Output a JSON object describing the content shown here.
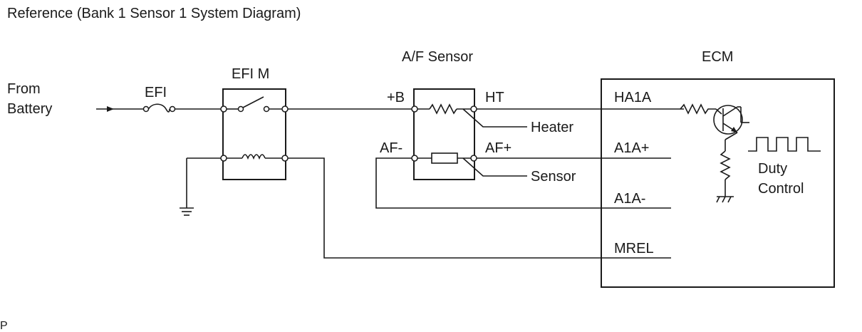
{
  "title": "Reference (Bank 1 Sensor 1 System Diagram)",
  "source": {
    "line1": "From",
    "line2": "Battery"
  },
  "fuse_label": "EFI",
  "relay_label": "EFI M",
  "sensor": {
    "title": "A/F Sensor",
    "pin_plus_b": "+B",
    "pin_ht": "HT",
    "pin_af_minus": "AF-",
    "pin_af_plus": "AF+",
    "heater_label": "Heater",
    "sensor_label": "Sensor"
  },
  "ecm": {
    "title": "ECM",
    "pin_ha1a": "HA1A",
    "pin_a1a_plus": "A1A+",
    "pin_a1a_minus": "A1A-",
    "pin_mrel": "MREL",
    "duty_line1": "Duty",
    "duty_line2": "Control"
  },
  "corner_mark": "P"
}
